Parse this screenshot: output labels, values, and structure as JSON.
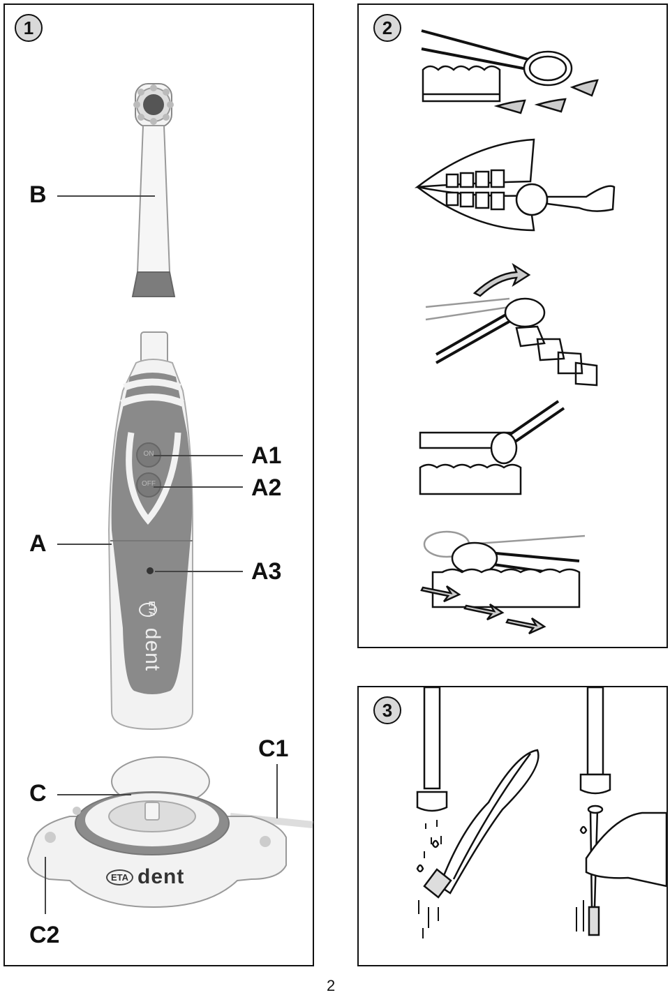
{
  "figures": {
    "fig1": {
      "badge": "1"
    },
    "fig2": {
      "badge": "2"
    },
    "fig3": {
      "badge": "3"
    }
  },
  "parts": {
    "B": "B",
    "A1": "A1",
    "A2": "A2",
    "A": "A",
    "A3": "A3",
    "C1": "C1",
    "C": "C",
    "C2": "C2"
  },
  "buttons": {
    "on": "ON",
    "off": "OFF"
  },
  "brand": {
    "logo": "ETA",
    "name": "dent"
  },
  "page": {
    "number": "2"
  },
  "colors": {
    "handle_dark": "#8a8a8a",
    "handle_light": "#f2f2f2",
    "head_dark": "#7c7c7c",
    "ring_dark": "#8c8c8c"
  }
}
